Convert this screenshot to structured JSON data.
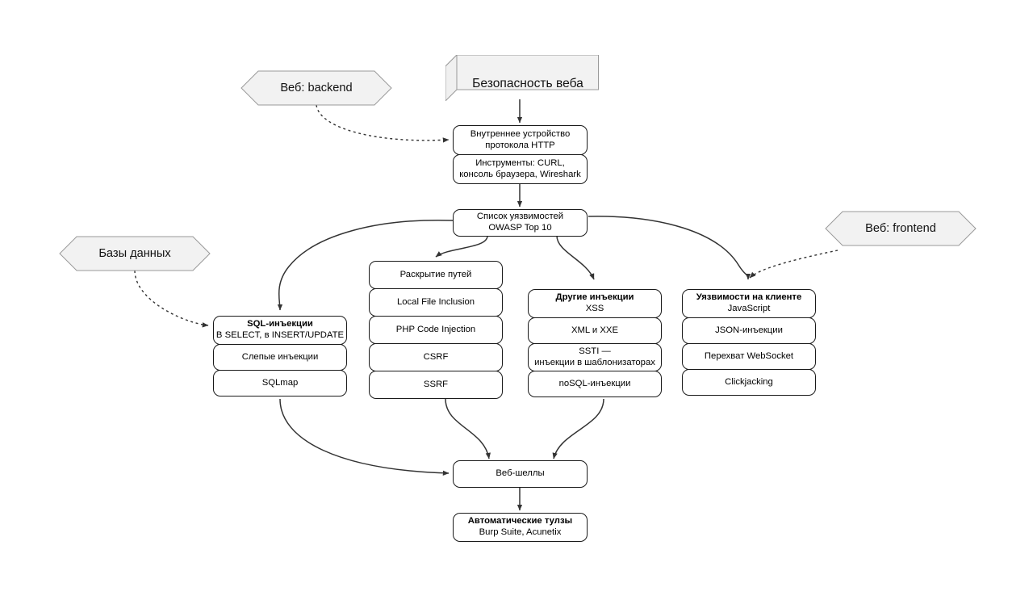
{
  "diagram": {
    "title_node": {
      "label": "Безопасность веба"
    },
    "tags": [
      {
        "name": "web-backend",
        "label": "Веб: backend"
      },
      {
        "name": "databases",
        "label": "Базы данных"
      },
      {
        "name": "web-frontend",
        "label": "Веб: frontend"
      }
    ],
    "http_group": [
      {
        "line1": "Внутреннее устройство",
        "line2": "протокола HTTP",
        "bold": false
      },
      {
        "line1": "Инструменты: CURL,",
        "line2": "консоль браузера, Wireshark",
        "bold": false
      }
    ],
    "owasp_node": {
      "line1": "Список уязвимостей",
      "line2": "OWASP Top 10",
      "bold": false
    },
    "sql_group": [
      {
        "line1": "SQL-инъекции",
        "line2": "В SELECT, в INSERT/UPDATE",
        "bold": true
      },
      {
        "line1": "Слепые инъекции",
        "line2": "",
        "bold": false
      },
      {
        "line1": "SQLmap",
        "line2": "",
        "bold": false
      }
    ],
    "paths_group": [
      {
        "line1": "Раскрытие путей",
        "line2": "",
        "bold": false
      },
      {
        "line1": "Local File Inclusion",
        "line2": "",
        "bold": false
      },
      {
        "line1": "PHP Code Injection",
        "line2": "",
        "bold": false
      },
      {
        "line1": "CSRF",
        "line2": "",
        "bold": false
      },
      {
        "line1": "SSRF",
        "line2": "",
        "bold": false
      }
    ],
    "other_injections_group": [
      {
        "line1": "Другие инъекции",
        "line2": "XSS",
        "bold": true
      },
      {
        "line1": "XML и XXE",
        "line2": "",
        "bold": false
      },
      {
        "line1": "SSTI —",
        "line2": "инъекции в шаблонизаторах",
        "bold": false
      },
      {
        "line1": "noSQL-инъекции",
        "line2": "",
        "bold": false
      }
    ],
    "client_group": [
      {
        "line1": "Уязвимости на клиенте",
        "line2": "JavaScript",
        "bold": true
      },
      {
        "line1": "JSON-инъекции",
        "line2": "",
        "bold": false
      },
      {
        "line1": "Перехват WebSocket",
        "line2": "",
        "bold": false
      },
      {
        "line1": "Clickjacking",
        "line2": "",
        "bold": false
      }
    ],
    "webshells_node": {
      "line1": "Веб-шеллы",
      "line2": "",
      "bold": false
    },
    "tools_node": {
      "line1": "Автоматические тулзы",
      "line2": "Burp Suite, Acunetix",
      "bold": true
    },
    "colors": {
      "stroke": "#1a1a1a",
      "connector": "#333333",
      "hex_fill": "#f2f2f2",
      "hex_stroke": "#999999",
      "cube_fill": "#f0f0f0",
      "cube_top": "#fafafa",
      "background": "#ffffff"
    }
  }
}
